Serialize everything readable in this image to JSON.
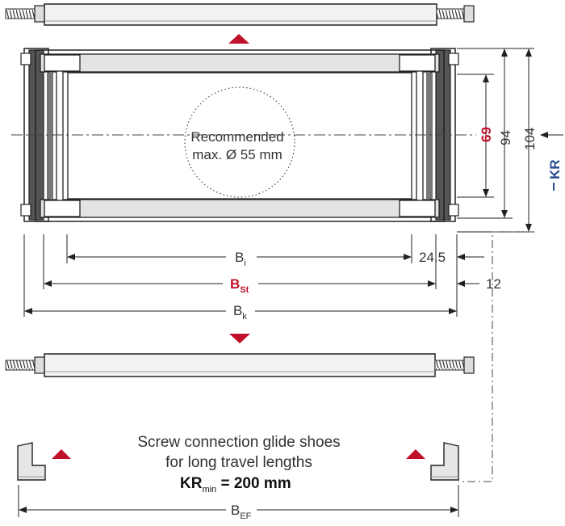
{
  "colors": {
    "red": "#c0102a",
    "blue": "#2a4a90",
    "line": "#222222",
    "rail": "#e4e4e4",
    "dark": "#555555"
  },
  "circle": {
    "line1": "Recommended",
    "line2": "max. Ø 55 mm"
  },
  "dims": {
    "v69": "69",
    "v94": "94",
    "v104": "104",
    "kr": "KR",
    "bi": "B",
    "bi_sub": "i",
    "offset_24": "24.5",
    "bst": "B",
    "bst_sub": "St",
    "offset_12": "12",
    "bk": "B",
    "bk_sub": "k",
    "bef": "B",
    "bef_sub": "EF"
  },
  "note": {
    "line1": "Screw connection glide shoes",
    "line2": "for long travel lengths",
    "kr": "KR",
    "kr_sub": "min",
    "kr_value": " = 200 mm"
  }
}
